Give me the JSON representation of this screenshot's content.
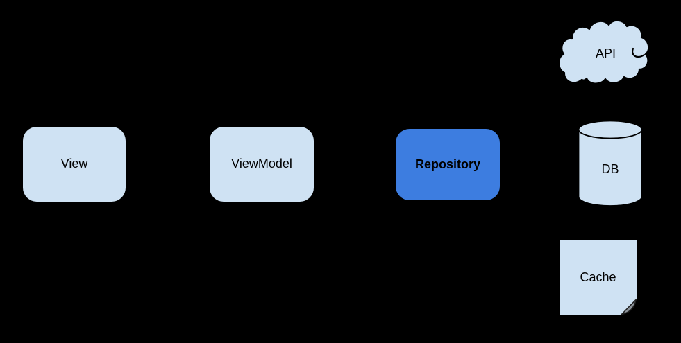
{
  "canvas": {
    "background": "#000000"
  },
  "diagram": {
    "nodes": [
      {
        "id": "view",
        "label": "View",
        "shape": "rounded-rectangle",
        "fill": "#cfe2f3",
        "text_color": "#000000",
        "font_weight": "normal"
      },
      {
        "id": "viewmodel",
        "label": "ViewModel",
        "shape": "rounded-rectangle",
        "fill": "#cfe2f3",
        "text_color": "#000000",
        "font_weight": "normal"
      },
      {
        "id": "repository",
        "label": "Repository",
        "shape": "rounded-rectangle",
        "fill": "#3d7de0",
        "text_color": "#000000",
        "font_weight": "bold"
      },
      {
        "id": "api",
        "label": "API",
        "shape": "cloud",
        "fill": "#cfe2f3",
        "stroke": "#000000"
      },
      {
        "id": "db",
        "label": "DB",
        "shape": "cylinder",
        "fill": "#cfe2f3",
        "stroke": "#000000"
      },
      {
        "id": "cache",
        "label": "Cache",
        "shape": "folded-note",
        "fill": "#cfe2f3",
        "fold_fill": "#8d949b",
        "fold_stroke": "#1f1f1f"
      }
    ]
  }
}
